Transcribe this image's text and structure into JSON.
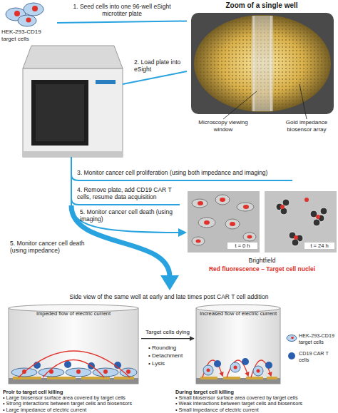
{
  "diagram": {
    "nodes": [
      {
        "text": [
          "HEK-293-CD19 target cells"
        ]
      },
      {
        "text": [
          "Zoom of a single well"
        ]
      },
      {
        "text": [
          "Brightfield",
          "Red fluorescence – Target cell nuclei"
        ]
      },
      {
        "text": [
          "t = 0 h"
        ],
        "in": 2
      },
      {
        "text": [
          "t = 24 h"
        ],
        "in": 2
      },
      {
        "text": [
          "Impeded flow of electric current"
        ]
      },
      {
        "text": [
          "Increased flow of electric current"
        ]
      }
    ],
    "edges": [
      {
        "from": 0,
        "to": 1,
        "arrow": "none",
        "label": "1. Seed cells into one 96-well eSight microtiter plate"
      },
      {
        "from": 5,
        "to": 6,
        "arrow": "to",
        "label": "Target cells dying"
      }
    ],
    "labels": [
      "2. Load plate into eSight",
      "Microscopy viewing window",
      "Gold impedance biosensor array",
      "3. Monitor cancer cell proliferation (using both impedance and imaging)",
      "4. Remove plate, add CD19 CAR T cells, resume data acquisition",
      "5. Monitor cancer cell death (using imaging)",
      "5. Monitor cancer cell death (using impedance)",
      "Side view of the same well at early and late times post CAR T cell addition",
      "• Rounding",
      "• Detachment",
      "• Lysis",
      "Proir to target cell killing",
      "• Large biosensor surface area covered by target cells",
      "• Strong interactions between target cells and biosensors",
      "• Large impedance of electric current",
      "During target cell killing",
      "• Small biosensor surface area covered by target cells",
      "• Weak interactions between target cells and biosensors",
      "• Small impedance of electric current"
    ],
    "legend": [
      {
        "text": "HEK-293-CD19 target cells"
      },
      {
        "text": "CD19 CAR T cells",
        "color": "#2b5fae"
      }
    ]
  }
}
